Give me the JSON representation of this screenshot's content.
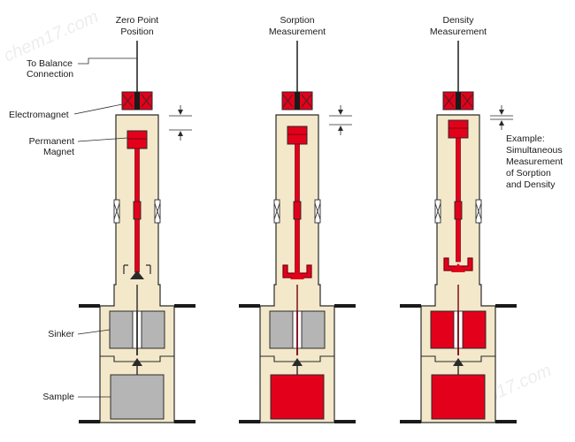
{
  "columns": [
    {
      "title_lines": [
        "Zero Point",
        "Position"
      ]
    },
    {
      "title_lines": [
        "Sorption",
        "Measurement"
      ]
    },
    {
      "title_lines": [
        "Density",
        "Measurement"
      ]
    }
  ],
  "labels": {
    "to_balance": [
      "To Balance",
      "Connection"
    ],
    "electromagnet": [
      "Electromagnet"
    ],
    "permanent_magnet": [
      "Permanent",
      "Magnet"
    ],
    "sinker": [
      "Sinker"
    ],
    "sample": [
      "Sample"
    ]
  },
  "example_note": [
    "Example:",
    "Simultaneous",
    "Measurement",
    "of Sorption",
    "and Density"
  ],
  "watermarks": [
    "chem17.com",
    "chem17.com"
  ],
  "colors": {
    "housing_fill": "#f3e8c9",
    "outline": "#2a2a2a",
    "magnet_red": "#e3001b",
    "rod_dark": "#7a0010",
    "sinker_gray": "#b5b5b5",
    "flange_black": "#1a1a1a"
  }
}
